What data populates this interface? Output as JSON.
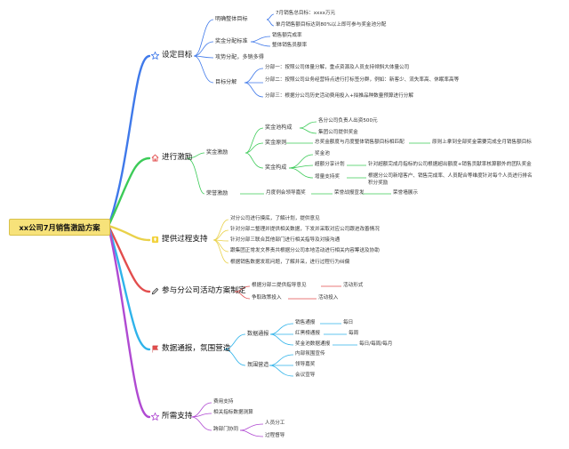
{
  "root": "xx公司7月销售激励方案",
  "colors": {
    "blue": "#3f79ea",
    "green": "#3ccb58",
    "yellow": "#e9d14a",
    "red": "#e24d4d",
    "cyan": "#2fb3ea",
    "purple": "#b04ad2"
  },
  "branches": [
    {
      "title": "设定目标",
      "icon": "star-icon",
      "items": [
        {
          "label": "明确整体目标",
          "children": [
            "7月销售总目标：xxxx万元",
            "单月销售额目标达到80%以上即可参与奖金池分配"
          ]
        },
        {
          "label": "奖金分配标准",
          "children": [
            "销售额完成率",
            "整体销售员额率"
          ]
        },
        {
          "label": "攻势分配，多销多得",
          "children": []
        },
        {
          "label": "目标分解",
          "children": [
            "分部一：按照公司体量分解，重点资源及人员支持倾斜大体量公司",
            "分部二：按照公司业务经营特点进行打标签分群，例如：新客少、流失率高、休眠率高等",
            "分部三：根据分公司历史活动费用投入+拟推品种数量预算进行分解"
          ]
        }
      ]
    },
    {
      "title": "进行激励",
      "icon": "house-icon",
      "reward": {
        "label": "奖金激励",
        "pool": {
          "label": "奖金池构成",
          "children": [
            "各分公司负责人出资500元",
            "集团公司提供奖金"
          ]
        },
        "principle": {
          "label": "奖金原则",
          "text": "总奖金额度与月度整体销售额目标相匹配",
          "note": "原则上拿到全部奖金需要完成全月销售额目标"
        },
        "structure": {
          "label": "奖金构成",
          "base": "奖金池",
          "tiers": {
            "label": "超额分享计划",
            "text": "针对超额完成月指标的公司根据超出额度+销售贡献率核算额外的团队奖金"
          },
          "growth": {
            "label": "增量支持奖",
            "text": "根据分公司新增客户、销售完成率、人员配合等维度针对每个人员进行排名积分奖励"
          }
        }
      },
      "honor": {
        "label": "荣誉激励",
        "text": "月度例会领导嘉奖",
        "a": "荣誉战报宣发",
        "b": "荣誉墙展示"
      }
    },
    {
      "title": "提供过程支持",
      "icon": "bulb-icon",
      "items": [
        "对分公司进行摸底，了解计划，提供意见",
        "针对分部二整理并提供相关数据，下发并采取对应公司跟进改善情况",
        "针对分部三联合其他部门进行相关指导及对接沟通",
        "跟集团正常发文界责共根据分公司本地活动进行相关内容筹送及协助",
        "根据销售数据发现问题，了解并采，进行过程行为纠偏"
      ]
    },
    {
      "title": "参与分公司活动方案制定",
      "icon": "pencil-icon",
      "items": [
        {
          "label": "根据分部二提供指导意见",
          "child": "活动形式"
        },
        {
          "label": "争取政策投入",
          "child": "活动投入"
        }
      ]
    },
    {
      "title": "数据通报，氛围营造",
      "icon": "flag-icon",
      "data_report": {
        "label": "数据通报",
        "items": [
          {
            "label": "销售通报",
            "freq": "每日"
          },
          {
            "label": "红黑榜通报",
            "freq": "每周"
          },
          {
            "label": "奖金池数据通报",
            "freq": "每日/每周/每月"
          }
        ]
      },
      "atmosphere": {
        "label": "氛围营造",
        "items": [
          "内部氛围宣传",
          "领导嘉奖",
          "会议宣导"
        ]
      }
    },
    {
      "title": "所需支持",
      "icon": "star-icon",
      "items": [
        "费用支持",
        "相关指标数据测算"
      ],
      "coord": {
        "label": "跨部门协同",
        "children": [
          "人员分工",
          "过程督导"
        ]
      }
    }
  ]
}
